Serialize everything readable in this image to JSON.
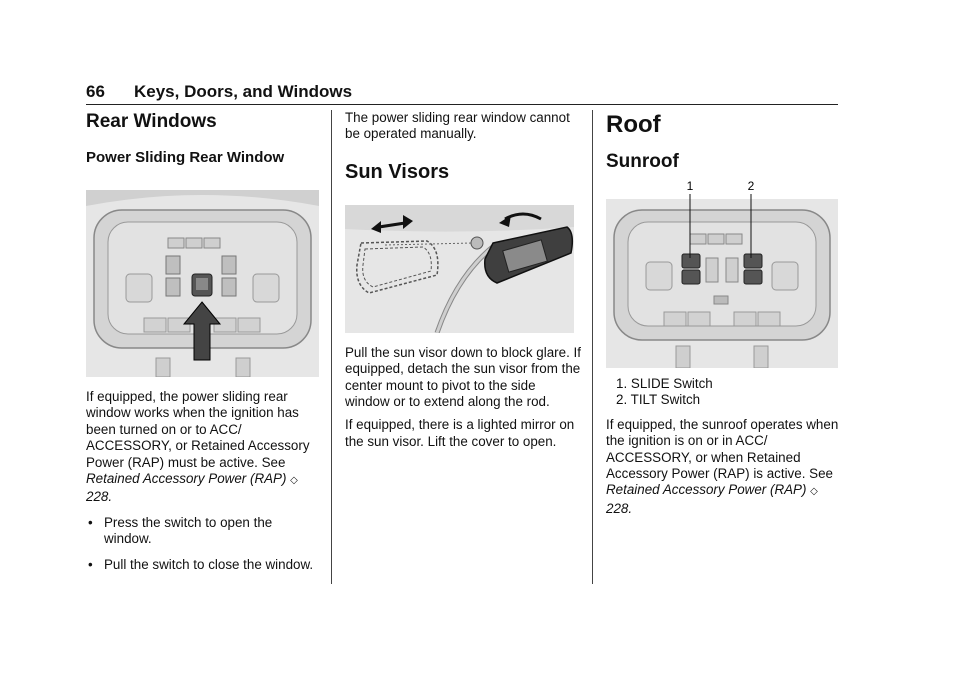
{
  "header": {
    "page_number": "66",
    "section_title": "Keys, Doors, and Windows"
  },
  "col1": {
    "heading": "Rear Windows",
    "subheading": "Power Sliding Rear Window",
    "para1": "If equipped, the power sliding rear window works when the ignition has been turned on or to ACC/ ACCESSORY, or Retained Accessory Power (RAP) must be active. See",
    "para1_ref": "Retained Accessory Power (RAP)",
    "para1_page": "228",
    "bullet_glyph": "•",
    "bullets": [
      "Press the switch to open the window.",
      "Pull the switch to close the window."
    ]
  },
  "col2": {
    "para_top": "The power sliding rear window cannot be operated manually.",
    "heading": "Sun Visors",
    "para1": "Pull the sun visor down to block glare. If equipped, detach the sun visor from the center mount to pivot to the side window or to extend along the rod.",
    "para2": "If equipped, there is a lighted mirror on the sun visor. Lift the cover to open."
  },
  "col3": {
    "heading": "Roof",
    "subheading": "Sunroof",
    "callout_1": "1",
    "callout_2": "2",
    "list": [
      "1.  SLIDE Switch",
      "2.  TILT Switch"
    ],
    "para1": "If equipped, the sunroof operates when the ignition is on or in ACC/ ACCESSORY, or when Retained Accessory Power (RAP) is active. See",
    "para1_ref": "Retained Accessory Power (RAP)",
    "para1_page": "228"
  },
  "ref_arrow_glyph": "◇",
  "colors": {
    "text": "#111111",
    "figure_bg": "#e4e4e4",
    "rule": "#222222"
  }
}
